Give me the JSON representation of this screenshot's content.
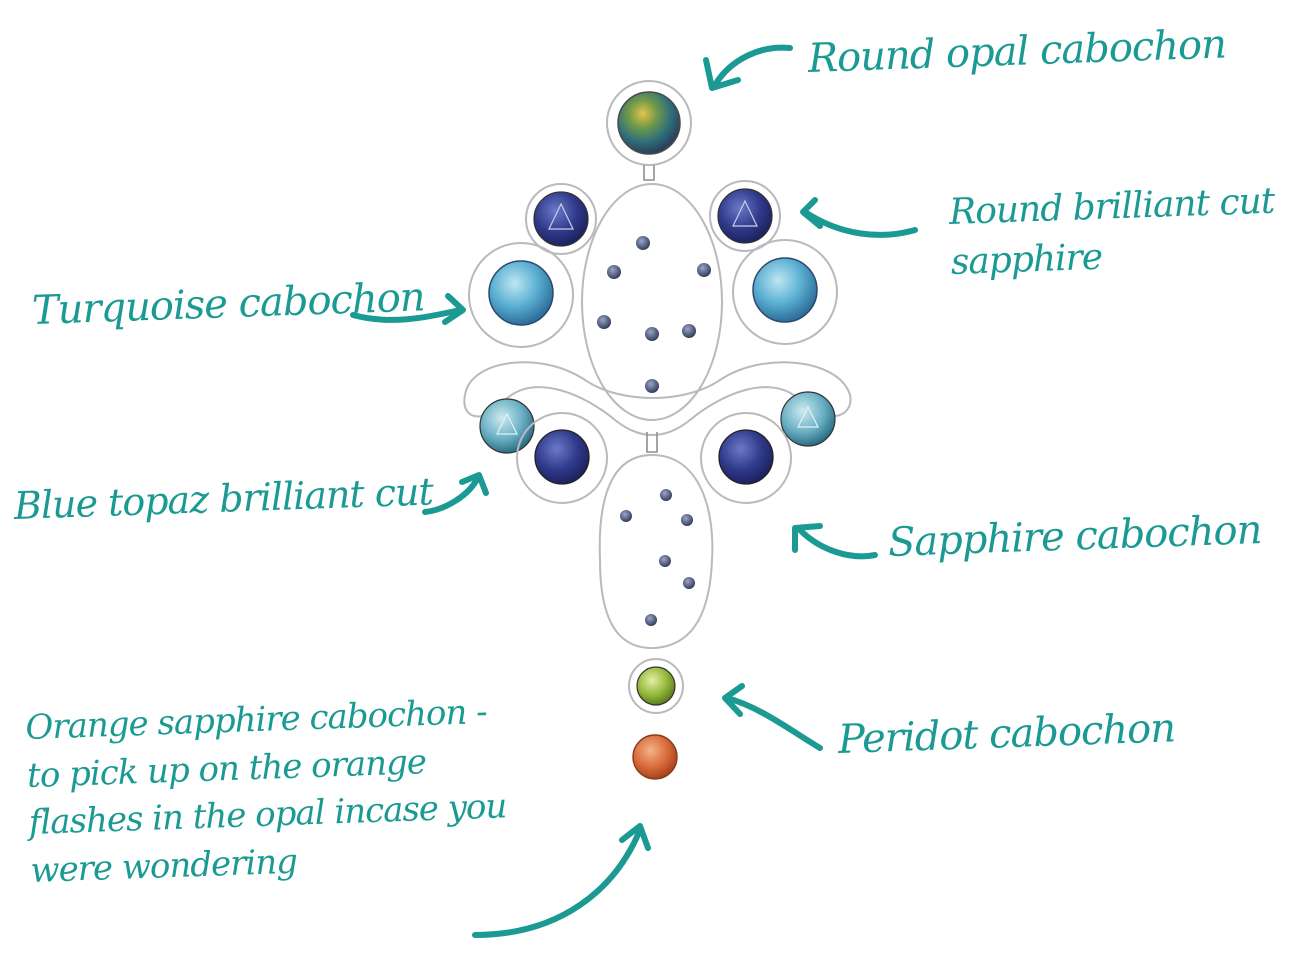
{
  "colors": {
    "annotation": "#1a9a93",
    "pencil": "#b9b9be",
    "opal": "#5e8a4c",
    "sapphire": "#2f3a8a",
    "turquoise": "#3f9cc4",
    "blue_topaz": "#5fa8bf",
    "peridot": "#8fb43c",
    "orange_sapphire": "#d96a3a",
    "small_stone": "#3d4a6a"
  },
  "labels": {
    "round_opal": "Round opal cabochon",
    "brilliant_sapphire_line1": "Round brilliant cut",
    "brilliant_sapphire_line2": "sapphire",
    "turquoise": "Turquoise cabochon",
    "blue_topaz": "Blue topaz brilliant cut",
    "sapphire_cabochon": "Sapphire cabochon",
    "peridot": "Peridot cabochon",
    "orange_line1": "Orange sapphire cabochon -",
    "orange_line2": "to pick up on the orange",
    "orange_line3": "flashes in the opal incase you",
    "orange_line4": "were wondering"
  }
}
